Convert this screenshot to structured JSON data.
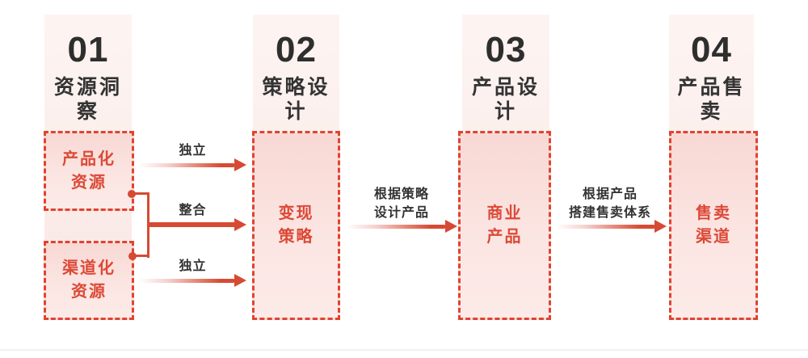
{
  "diagram": {
    "stages": [
      {
        "number": "01",
        "title": "资源洞察"
      },
      {
        "number": "02",
        "title": "策略设计"
      },
      {
        "number": "03",
        "title": "产品设计"
      },
      {
        "number": "04",
        "title": "产品售卖"
      }
    ],
    "boxes": [
      {
        "lines": [
          "产品化",
          "资源"
        ]
      },
      {
        "lines": [
          "渠道化",
          "资源"
        ]
      },
      {
        "lines": [
          "变现",
          "策略"
        ]
      },
      {
        "lines": [
          "商业",
          "产品"
        ]
      },
      {
        "lines": [
          "售卖",
          "渠道"
        ]
      }
    ],
    "connectors": [
      {
        "label": "独立"
      },
      {
        "label": "整合"
      },
      {
        "label": "独立"
      },
      {
        "lines": [
          "根据策略",
          "设计产品"
        ]
      },
      {
        "lines": [
          "根据产品",
          "搭建售卖体系"
        ]
      }
    ],
    "colors": {
      "accent_red": "#dc4937",
      "border_red": "#e04331",
      "arrow_red": "#d64a32",
      "heading_dark": "#333333",
      "bar_pink_top": "#fdf4f2",
      "bar_pink_bottom": "#f9e5e2"
    }
  }
}
